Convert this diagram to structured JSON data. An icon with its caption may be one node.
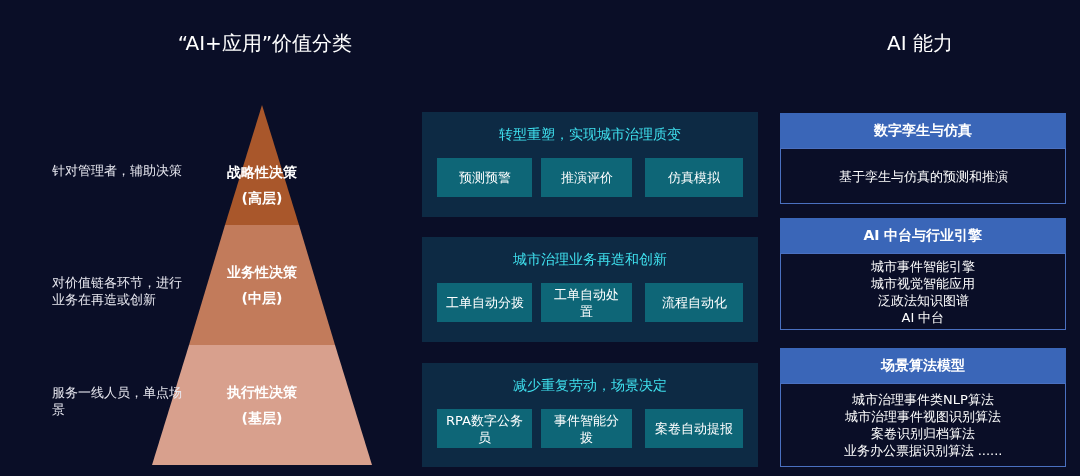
{
  "diagram": {
    "nodes": [
      {
        "text": [
          "战略性决策",
          "(高层)"
        ],
        "beside": [
          "针对管理者，辅助决策"
        ]
      },
      {
        "text": [
          "业务性决策",
          "(中层)"
        ],
        "beside": [
          "对价值链各环节，进行业务在再造或创新"
        ]
      },
      {
        "text": [
          "执行性决策",
          "(基层)"
        ],
        "beside": [
          "服务一线人员，单点场景"
        ]
      },
      {
        "text": [
          "转型重塑，实现城市治理质变"
        ]
      },
      {
        "text": [
          "预测预警"
        ],
        "in": 3
      },
      {
        "text": [
          "推演评价"
        ],
        "in": 3
      },
      {
        "text": [
          "仿真模拟"
        ],
        "in": 3
      },
      {
        "text": [
          "城市治理业务再造和创新"
        ]
      },
      {
        "text": [
          "工单自动分拨"
        ],
        "in": 7
      },
      {
        "text": [
          "工单自动处置"
        ],
        "in": 7
      },
      {
        "text": [
          "流程自动化"
        ],
        "in": 7
      },
      {
        "text": [
          "减少重复劳动，场景决定"
        ]
      },
      {
        "text": [
          "RPA数字公务员"
        ],
        "in": 11
      },
      {
        "text": [
          "事件智能分拨"
        ],
        "in": 11
      },
      {
        "text": [
          "案卷自动提报"
        ],
        "in": 11
      },
      {
        "text": [
          "数字孪生与仿真",
          "基于孪生与仿真的预测和推演"
        ]
      },
      {
        "text": [
          "AI 中台与行业引擎",
          "城市事件智能引擎",
          "城市视觉智能应用",
          "泛政法知识图谱",
          "AI 中台"
        ]
      },
      {
        "text": [
          "场景算法模型",
          "城市治理事件类NLP算法",
          "城市治理事件视图识别算法",
          "案卷识别归档算法",
          "业务办公票据识别算法 ......"
        ]
      }
    ],
    "labels": [
      "“AI+应用”价值分类",
      "AI 能力"
    ]
  }
}
